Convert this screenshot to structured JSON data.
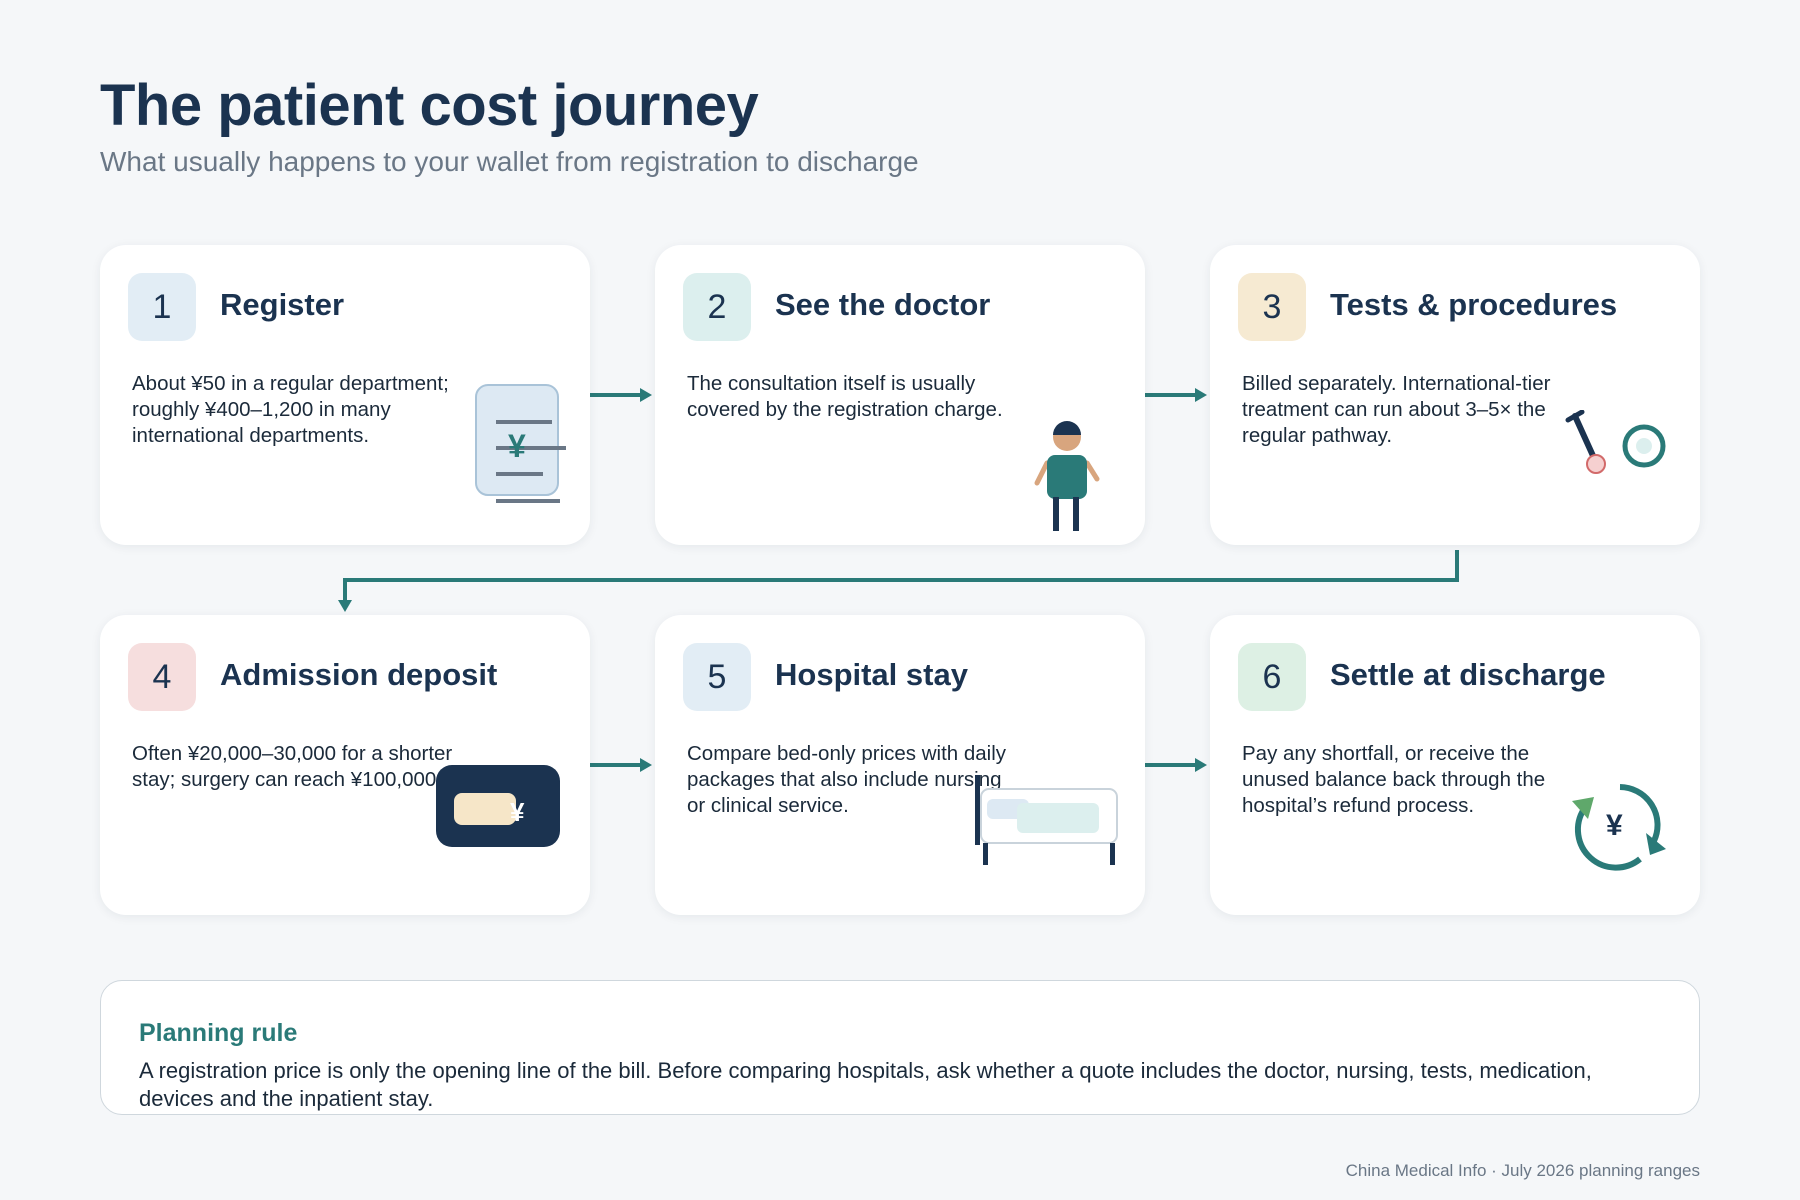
{
  "header": {
    "title": "The patient cost journey",
    "subtitle": "What usually happens to your wallet from registration to discharge"
  },
  "steps": [
    {
      "number": "1",
      "title": "Register",
      "body": "About ¥50 in a regular department; roughly ¥400–1,200 in many international departments.",
      "badge_color": "#e2edf5",
      "icon": "receipt-icon"
    },
    {
      "number": "2",
      "title": "See the doctor",
      "body": "The consultation itself is usually covered by the registration charge.",
      "badge_color": "#dcefee",
      "icon": "doctor-icon"
    },
    {
      "number": "3",
      "title": "Tests & procedures",
      "body": "Billed separately. International-tier treatment can run about 3–5× the regular pathway.",
      "badge_color": "#f6ead2",
      "icon": "test-tools-icon"
    },
    {
      "number": "4",
      "title": "Admission deposit",
      "body": "Often ¥20,000–30,000 for a shorter stay; surgery can reach ¥100,000.",
      "badge_color": "#f6dede",
      "icon": "deposit-card-icon"
    },
    {
      "number": "5",
      "title": "Hospital stay",
      "body": "Compare bed-only prices with daily packages that also include nursing or clinical service.",
      "badge_color": "#e2edf5",
      "icon": "hospital-bed-icon"
    },
    {
      "number": "6",
      "title": "Settle at discharge",
      "body": "Pay any shortfall, or receive the unused balance back through the hospital’s refund process.",
      "badge_color": "#ddf0e4",
      "icon": "refund-cycle-icon"
    }
  ],
  "planning": {
    "title": "Planning rule",
    "text": "A registration price is only the opening line of the bill. Before comparing hospitals, ask whether a quote includes the doctor, nursing, tests, medication, devices and the inpatient stay."
  },
  "footer": "China Medical Info · July 2026 planning ranges",
  "colors": {
    "navy": "#1b3350",
    "teal": "#2a7a78",
    "muted": "#6a7786"
  }
}
